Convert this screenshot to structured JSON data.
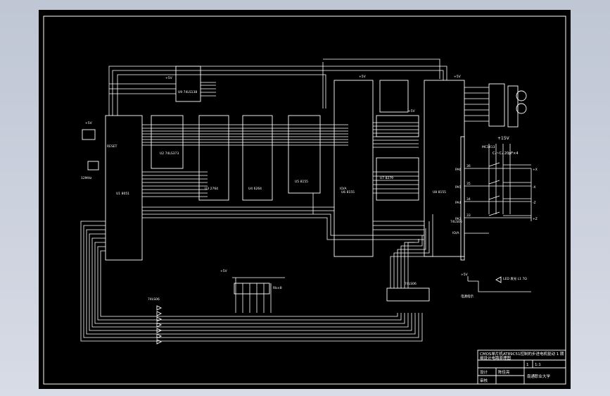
{
  "title_block": {
    "title_line1": "CMOS单片机AT89C51控制的步进电机驱动 1 期",
    "title_line2": "细设计电路原理图",
    "scale_left": "1",
    "scale_right": "1:1",
    "drawn_label": "设计",
    "drawn_value": "陈佳亮",
    "checked_label": "审核",
    "school": "南通职业大学"
  },
  "chips": {
    "mcu": "U1 8051",
    "latch": "U2 74LS373",
    "eprom": "U3 2764",
    "ram": "U4 6264",
    "u5": "U5 8155",
    "pia1": "U6 8155",
    "pia2": "U8 8155",
    "decoder": "U9 74LS138",
    "keypad_chip": "U7 8279"
  },
  "labels": {
    "vcc_top": "+5V",
    "vcc_pia1": "+5V",
    "vcc_pia2": "+5V",
    "vcc_motor": "+5V",
    "vcc_mcu": "+5V",
    "vcc_mid": "+5V",
    "vcc_led": "+5V",
    "vcc_right": "+15V",
    "crystal": "12MHz",
    "reset": "RESET",
    "cap": "C₁~C₄ 20pF×4",
    "driver_right": "MC1413",
    "buffer1": "74LS06",
    "buffer2": "74LS06",
    "buffer3": "74LS06",
    "res_net": "Rb×8",
    "led_label": "电源指示",
    "led_note": "LED 发光 L1 7Ω",
    "pin_pa6": "PA6",
    "pin_pa5": "PA5",
    "pin_pa4": "PA4",
    "pin_pa3": "PA3",
    "pin_36": "36",
    "pin_35": "35",
    "pin_34": "34",
    "pin_33": "33",
    "x_plus": "+X",
    "x_minus": "-X",
    "z_minus": "-Z",
    "z_plus": "+Z",
    "io_a": "IO/A",
    "io_b": "IO/A"
  },
  "colors": {
    "sheet": "#000000",
    "line": "#ffffff",
    "frame": "#ffffff"
  }
}
